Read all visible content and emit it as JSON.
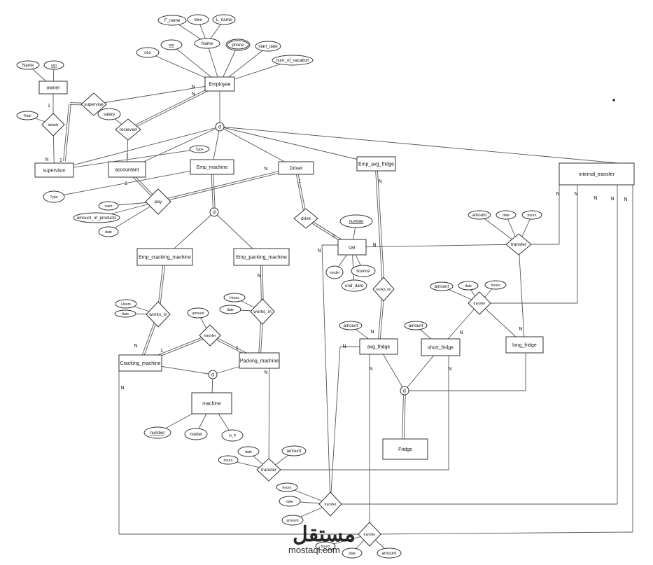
{
  "entities": [
    {
      "key": "employee",
      "label": "Employee"
    },
    {
      "key": "owner",
      "label": "owner"
    },
    {
      "key": "supervisor",
      "label": "supervisor"
    },
    {
      "key": "accountant",
      "label": "accountant"
    },
    {
      "key": "emp_machine",
      "label": "Emp_machine"
    },
    {
      "key": "driver",
      "label": "Driver"
    },
    {
      "key": "emp_avg_fridge",
      "label": "Emp_avg_fridge"
    },
    {
      "key": "internal_transfer",
      "label": "internal_transfer"
    },
    {
      "key": "emp_cracking_machine",
      "label": "Emp_cracking_machine"
    },
    {
      "key": "emp_packing_machine",
      "label": "Emp_packing_machine"
    },
    {
      "key": "car",
      "label": "car"
    },
    {
      "key": "cracking_machine",
      "label": "Cracking_machine"
    },
    {
      "key": "packing_machine",
      "label": "Packing_machine"
    },
    {
      "key": "machine",
      "label": "machine"
    },
    {
      "key": "avg_fridge",
      "label": "avg_fridge"
    },
    {
      "key": "short_fridge",
      "label": "short_fridge"
    },
    {
      "key": "long_fridge",
      "label": "long_fridge"
    },
    {
      "key": "fridge",
      "label": "Fridge"
    }
  ],
  "attributes": [
    {
      "key": "f_name",
      "label": "F_name"
    },
    {
      "key": "minit",
      "label": "Minit"
    },
    {
      "key": "l_name",
      "label": "L_name"
    },
    {
      "key": "name",
      "label": "Name"
    },
    {
      "key": "ssn",
      "label": "ssn",
      "key_attr": true
    },
    {
      "key": "phone",
      "label": "phone",
      "multivalued": true
    },
    {
      "key": "start_date",
      "label": "start_date"
    },
    {
      "key": "sex",
      "label": "sex"
    },
    {
      "key": "num_of_vacation",
      "label": "num_of_vacation"
    },
    {
      "key": "owner_name",
      "label": "Name"
    },
    {
      "key": "owner_ssn",
      "label": "ssn",
      "key_attr": true
    },
    {
      "key": "total",
      "label": "Total"
    },
    {
      "key": "salary",
      "label": "salary"
    },
    {
      "key": "sup_type",
      "label": "Type"
    },
    {
      "key": "em_type",
      "label": "Type"
    },
    {
      "key": "cash",
      "label": "cash"
    },
    {
      "key": "amount_of_products",
      "label": "amount_of_products"
    },
    {
      "key": "pay_date",
      "label": "date"
    },
    {
      "key": "car_number",
      "label": "number",
      "key_attr": true
    },
    {
      "key": "car_model",
      "label": "model"
    },
    {
      "key": "licence",
      "label": "licence"
    },
    {
      "key": "end_date",
      "label": "end_date"
    },
    {
      "key": "cw_hours",
      "label": "Hours"
    },
    {
      "key": "cw_date",
      "label": "date"
    },
    {
      "key": "pw_hours",
      "label": "Hours"
    },
    {
      "key": "pw_date",
      "label": "date"
    },
    {
      "key": "mt_amount",
      "label": "amount"
    },
    {
      "key": "m_number",
      "label": "number",
      "key_attr": true
    },
    {
      "key": "m_model",
      "label": "model"
    },
    {
      "key": "h_p",
      "label": "H_P"
    },
    {
      "key": "avg_amount",
      "label": "amount"
    },
    {
      "key": "short_amount",
      "label": "amount"
    },
    {
      "key": "ft_amount",
      "label": "amount"
    },
    {
      "key": "ft_date",
      "label": "date"
    },
    {
      "key": "ft_hours",
      "label": "hours"
    },
    {
      "key": "it_amount",
      "label": "amount"
    },
    {
      "key": "it_date",
      "label": "date"
    },
    {
      "key": "it_hours",
      "label": "hours"
    },
    {
      "key": "t1_date",
      "label": "date"
    },
    {
      "key": "t1_amount",
      "label": "amount"
    },
    {
      "key": "t1_hours",
      "label": "hours"
    },
    {
      "key": "t2_hours",
      "label": "hours"
    },
    {
      "key": "t2_date",
      "label": "date"
    },
    {
      "key": "t2_amount",
      "label": "amount"
    },
    {
      "key": "t3_hours",
      "label": "hours"
    },
    {
      "key": "t3_date",
      "label": "date"
    },
    {
      "key": "t3_amount",
      "label": "amount"
    }
  ],
  "relationships": [
    {
      "key": "supervise",
      "label": "supervise"
    },
    {
      "key": "details",
      "label": "details"
    },
    {
      "key": "recieved",
      "label": "recieved"
    },
    {
      "key": "pay",
      "label": "pay"
    },
    {
      "key": "drive",
      "label": "drive"
    },
    {
      "key": "works_on",
      "label": "works_on"
    },
    {
      "key": "works_in_crack",
      "label": "works_in"
    },
    {
      "key": "works_in_pack",
      "label": "works_in"
    },
    {
      "key": "machine_transfer",
      "label": "transfer"
    },
    {
      "key": "it_transfer",
      "label": "transfer"
    },
    {
      "key": "fridge_transfer",
      "label": "transfer"
    },
    {
      "key": "t1",
      "label": "transfer"
    },
    {
      "key": "t2",
      "label": "transfer"
    },
    {
      "key": "t3",
      "label": "transfer"
    }
  ],
  "specializations": [
    {
      "key": "d_employee",
      "label": "d"
    },
    {
      "key": "d_emp_machine",
      "label": "d"
    },
    {
      "key": "d_machine",
      "label": "d"
    },
    {
      "key": "d_fridge",
      "label": "d"
    }
  ],
  "cardinalities": [
    {
      "key": "emp_sup_n1",
      "label": "N"
    },
    {
      "key": "emp_sup_n2",
      "label": "N"
    },
    {
      "key": "owner_1",
      "label": "1"
    },
    {
      "key": "sup_n",
      "label": "N"
    },
    {
      "key": "sup_1",
      "label": "1"
    },
    {
      "key": "acc_1",
      "label": "1"
    },
    {
      "key": "pay_1",
      "label": "1"
    },
    {
      "key": "driver_n",
      "label": "N"
    },
    {
      "key": "driver_1",
      "label": "1"
    },
    {
      "key": "car_1",
      "label": "1"
    },
    {
      "key": "car_n",
      "label": "N"
    },
    {
      "key": "car_n2",
      "label": "N"
    },
    {
      "key": "avgf_n",
      "label": "N"
    },
    {
      "key": "works_on_n",
      "label": "N"
    },
    {
      "key": "crack_n",
      "label": "N"
    },
    {
      "key": "pack_n",
      "label": "N"
    },
    {
      "key": "crack_1",
      "label": "1"
    },
    {
      "key": "pack_1",
      "label": "1"
    },
    {
      "key": "crack_n2",
      "label": "N"
    },
    {
      "key": "pack_n2",
      "label": "N"
    },
    {
      "key": "avgf_n2",
      "label": "N"
    },
    {
      "key": "avgf_n3",
      "label": "N"
    },
    {
      "key": "short_n",
      "label": "N"
    },
    {
      "key": "short_n2",
      "label": "N"
    },
    {
      "key": "long_n",
      "label": "N"
    },
    {
      "key": "it_n1",
      "label": "N"
    },
    {
      "key": "it_n2",
      "label": "N"
    },
    {
      "key": "it_n3",
      "label": "N"
    },
    {
      "key": "it_n4",
      "label": "N"
    },
    {
      "key": "it_n5",
      "label": "N"
    }
  ],
  "watermark": {
    "main": "مستقل",
    "sub": "mostaql.com"
  }
}
